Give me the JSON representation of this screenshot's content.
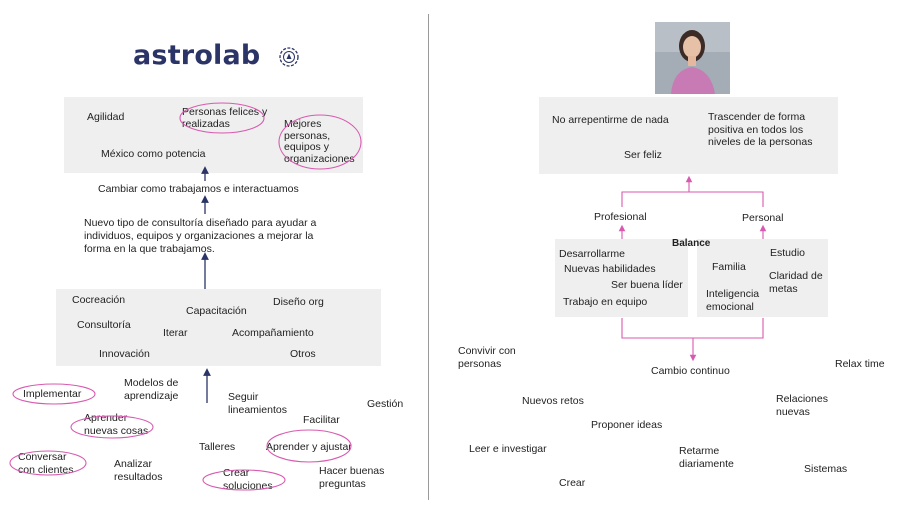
{
  "left": {
    "logo": {
      "text": "astrolab"
    },
    "top_box": {
      "agilidad": "Agilidad",
      "personas": "Personas felices y\nrealizadas",
      "mejores": "Mejores\npersonas,\nequipos y\norganizaciones",
      "mexico": "México como potencia"
    },
    "cambiar": "Cambiar como trabajamos e interactuamos",
    "nuevo_tipo": "Nuevo tipo de consultoría diseñado para ayudar a\nindividuos, equipos y organizaciones a mejorar la\nforma en la que trabajamos.",
    "mid_box": {
      "cocreacion": "Cocreación",
      "capacitacion": "Capacitación",
      "diseno": "Diseño org",
      "consultoria": "Consultoría",
      "iterar": "Iterar",
      "acompanamiento": "Acompañamiento",
      "innovacion": "Innovación",
      "otros": "Otros"
    },
    "bottom": {
      "implementar": "Implementar",
      "modelos": "Modelos de\naprendizaje",
      "seguir": "Seguir\nlineamientos",
      "gestion": "Gestión",
      "facilitar": "Facilitar",
      "aprender_nuevas": "Aprender\nnuevas cosas",
      "talleres": "Talleres",
      "aprender_ajustar": "Aprender y ajustar",
      "conversar": "Conversar\ncon clientes",
      "analizar": "Analizar\nresultados",
      "crear_soluciones": "Crear\nsoluciones",
      "hacer_preguntas": "Hacer buenas\npreguntas"
    }
  },
  "right": {
    "top_box": {
      "arrepentirme": "No arrepentirme de nada",
      "trascender": "Trascender de forma\npositiva en todos los\nniveles de la personas",
      "feliz": "Ser feliz"
    },
    "profesional": "Profesional",
    "personal": "Personal",
    "balance": "Balance",
    "prof_box": {
      "desarrollarme": "Desarrollarme",
      "habilidades": "Nuevas habilidades",
      "lider": "Ser buena líder",
      "equipo": "Trabajo en equipo"
    },
    "pers_box": {
      "familia": "Familia",
      "estudio": "Estudio",
      "claridad": "Claridad de\nmetas",
      "inteligencia": "Inteligencia\nemocional"
    },
    "cambio": "Cambio continuo",
    "bottom": {
      "convivir": "Convivir con\npersonas",
      "relax": "Relax time",
      "retos": "Nuevos retos",
      "relaciones": "Relaciones\nnuevas",
      "proponer": "Proponer ideas",
      "leer": "Leer e investigar",
      "retarme": "Retarme\ndiariamente",
      "sistemas": "Sistemas",
      "crear": "Crear"
    }
  },
  "colors": {
    "navy": "#2a3466",
    "pink": "#d85ab0",
    "box": "#efefef"
  }
}
